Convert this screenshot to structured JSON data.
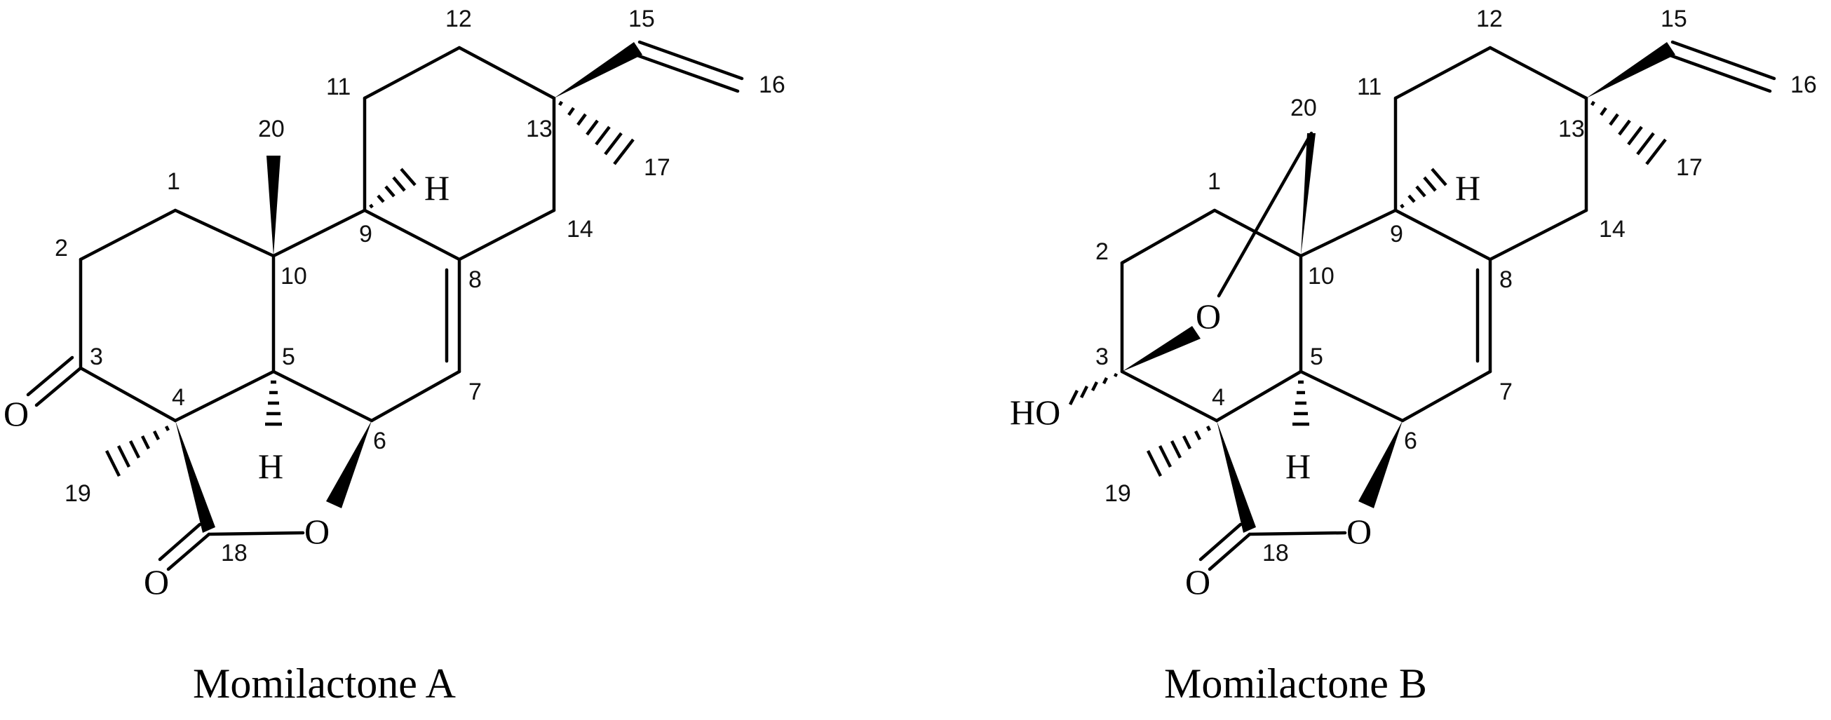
{
  "molecules": [
    {
      "name": "Momilactone A",
      "atoms": {
        "O_ketone": "O",
        "H9": "H",
        "H5": "H",
        "O_ring": "O",
        "O_carbonyl": "O"
      },
      "locants": [
        "1",
        "2",
        "3",
        "4",
        "5",
        "6",
        "7",
        "8",
        "9",
        "10",
        "11",
        "12",
        "13",
        "14",
        "15",
        "16",
        "17",
        "18",
        "19",
        "20"
      ]
    },
    {
      "name": "Momilactone B",
      "atoms": {
        "HO3": "HO",
        "O_bridge": "O",
        "H9": "H",
        "H5": "H",
        "O_ring": "O",
        "O_carbonyl": "O"
      },
      "locants": [
        "1",
        "2",
        "3",
        "4",
        "5",
        "6",
        "7",
        "8",
        "9",
        "10",
        "11",
        "12",
        "13",
        "14",
        "15",
        "16",
        "17",
        "18",
        "19",
        "20"
      ]
    }
  ]
}
